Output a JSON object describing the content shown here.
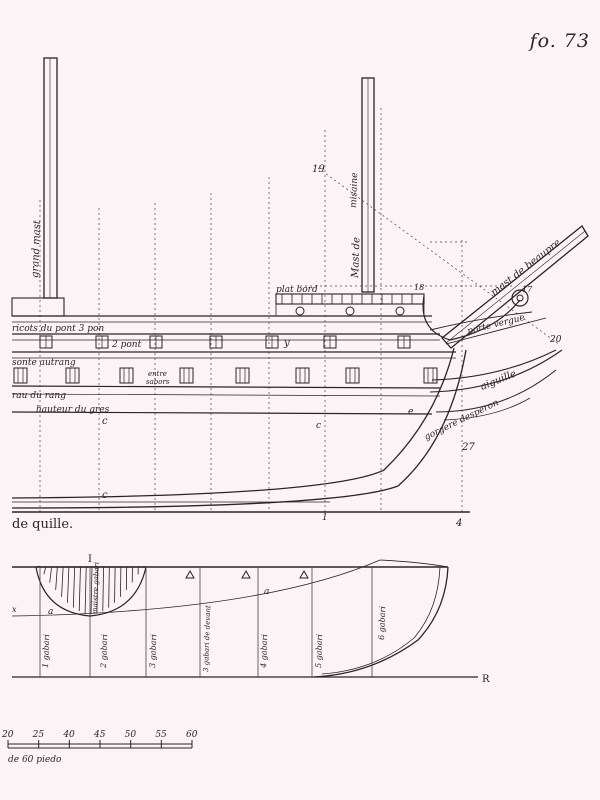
{
  "folio": "fo. 73",
  "labels": {
    "grand_mast": "grand mast",
    "mizzen_mast_a": "Mast de",
    "mizzen_mast_b": "misaine",
    "bowsprit": "mast de beaupre",
    "plat_bord": "plat bord",
    "porte_vergue": "porte vergue",
    "aiguille": "aiguille",
    "gorgere": "gorgere desperon",
    "deck1": "ricots du pont 3 pon",
    "pont2": "2 pont",
    "deck2": "sonte autrang",
    "entre": "entre",
    "sabors": "sabors",
    "rang": "rau du rang",
    "hauteur": "hauteur du gres",
    "quille": "de quille.",
    "num_19": "19",
    "num_18": "18",
    "num_17": "17",
    "num_20": "20",
    "num_27": "27",
    "num_4": "4",
    "num_1": "1",
    "letter_c1": "c",
    "letter_c2": "c",
    "letter_e": "e",
    "letter_c3": "c",
    "letter_y": "y",
    "letter_I": "I",
    "letter_R": "R",
    "letter_a1": "a",
    "letter_a2": "a",
    "letter_ast": "x"
  },
  "stations": [
    "1 gabari",
    "2 gabari",
    "3 gabari",
    "3 gabari de devant",
    "4 gabari",
    "5 gabari",
    "6 gabari"
  ],
  "station_extra": "maistre gabari",
  "scale": {
    "ticks": [
      "20",
      "25",
      "40",
      "45",
      "50",
      "55",
      "60"
    ],
    "caption": "de 60 piedo"
  }
}
